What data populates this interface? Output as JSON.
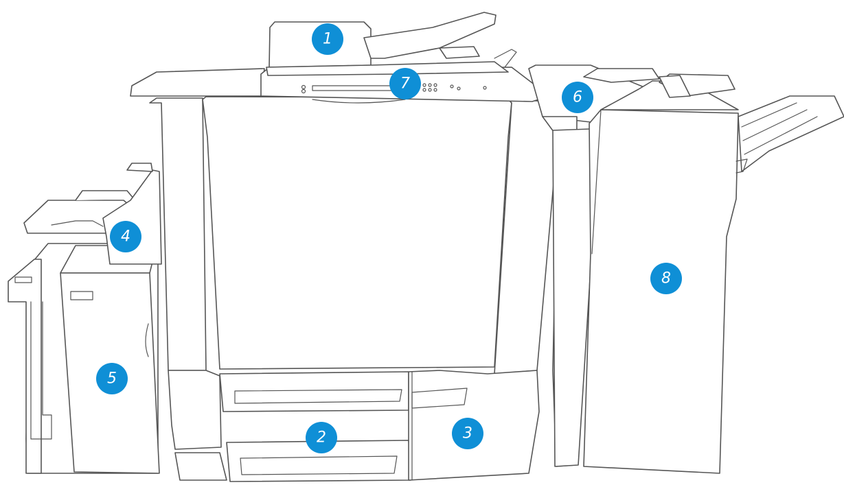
{
  "callouts": [
    {
      "id": "1",
      "label": "1"
    },
    {
      "id": "2",
      "label": "2"
    },
    {
      "id": "3",
      "label": "3"
    },
    {
      "id": "4",
      "label": "4"
    },
    {
      "id": "5",
      "label": "5"
    },
    {
      "id": "6",
      "label": "6"
    },
    {
      "id": "7",
      "label": "7"
    },
    {
      "id": "8",
      "label": "8"
    }
  ],
  "colors": {
    "callout_fill": "#0f8fd6",
    "callout_text": "#ffffff",
    "outline": "#555555",
    "background": "#ffffff"
  }
}
